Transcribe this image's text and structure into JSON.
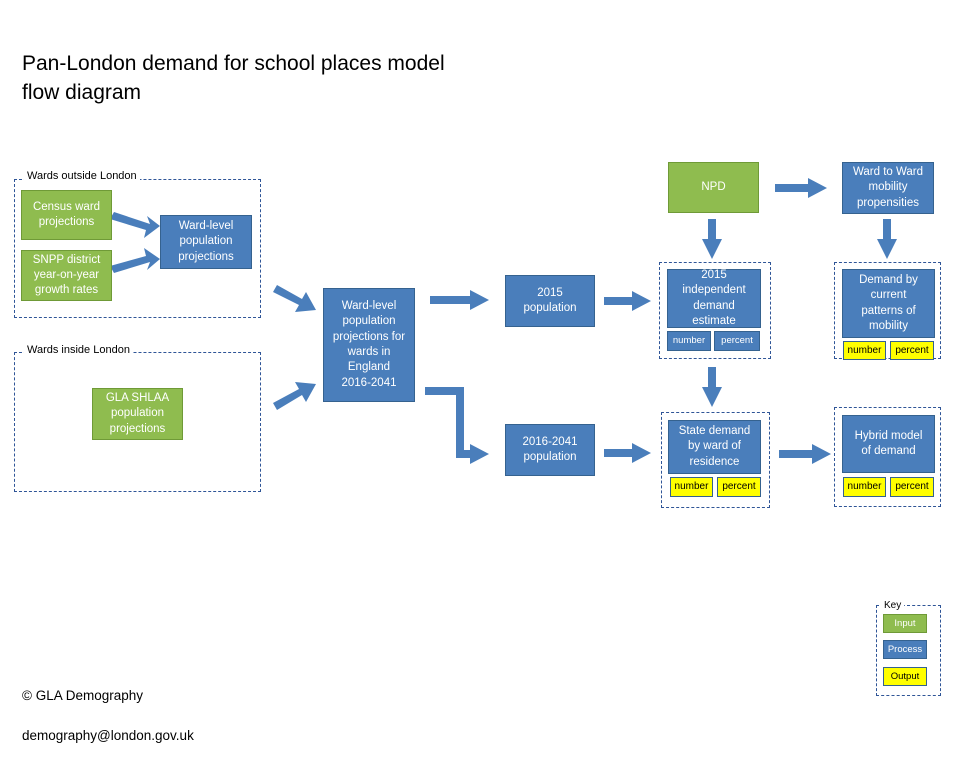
{
  "title": "Pan-London demand for school places model\nflow diagram",
  "footer": {
    "copyright": "© GLA Demography",
    "email": "demography@london.gov.uk"
  },
  "groups": {
    "outside": "Wards outside London",
    "inside": "Wards inside London"
  },
  "boxes": {
    "census": "Census ward\nprojections",
    "snpp": "SNPP district\nyear-on-year\ngrowth rates",
    "ward_level": "Ward-level\npopulation\nprojections",
    "gla_shlaa": "GLA SHLAA\npopulation\nprojections",
    "england": "Ward-level\npopulation\nprojections for\nwards in\nEngland\n2016-2041",
    "pop2015": "2015\npopulation",
    "pop2016": "2016-2041\npopulation",
    "npd": "NPD",
    "independent": "2015\nindependent\ndemand\nestimate",
    "state": "State demand\nby ward of\nresidence",
    "mobility": "Ward to Ward\nmobility\npropensities",
    "current": "Demand by\ncurrent\npatterns of\nmobility",
    "hybrid": "Hybrid model\nof demand"
  },
  "outputs": {
    "number": "number",
    "percent": "percent"
  },
  "key": {
    "title": "Key",
    "input": "Input",
    "process": "Process",
    "output": "Output"
  },
  "colors": {
    "input": "#8fbc4f",
    "process": "#4a7ebb",
    "output": "#ffff00",
    "arrow": "#4a7ebb",
    "dashed_border": "#2f5597"
  }
}
